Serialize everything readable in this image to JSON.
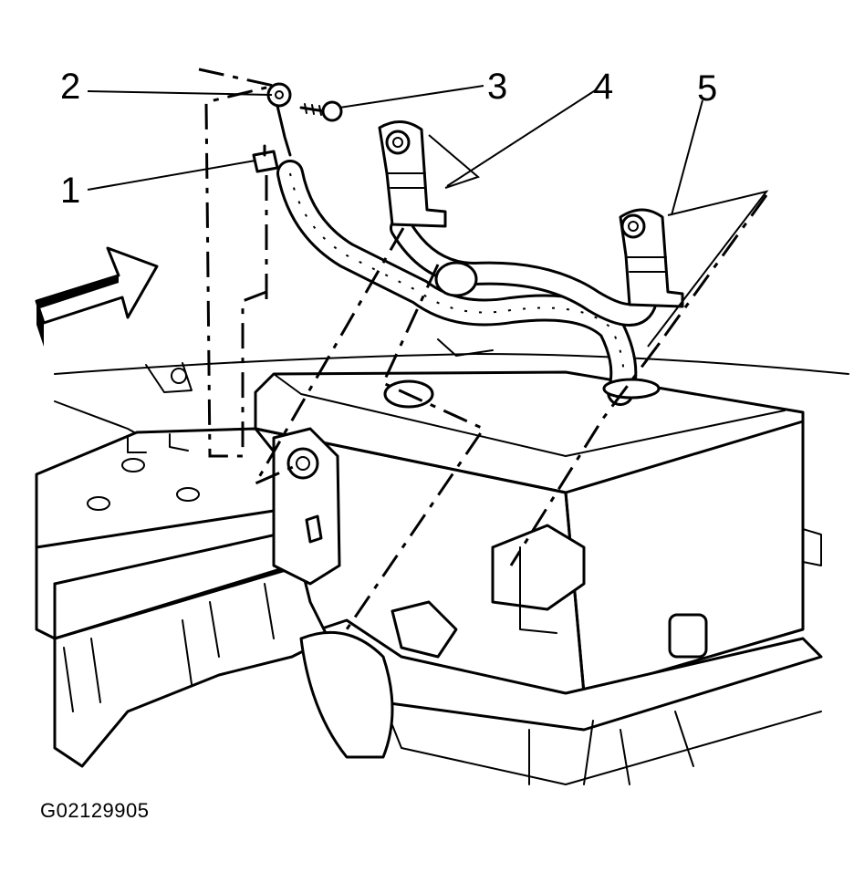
{
  "callouts": [
    {
      "id": "1",
      "label": "1"
    },
    {
      "id": "2",
      "label": "2"
    },
    {
      "id": "3",
      "label": "3"
    },
    {
      "id": "4",
      "label": "4"
    },
    {
      "id": "5",
      "label": "5"
    }
  ],
  "figure_code": "G02129905",
  "colors": {
    "line": "#000000",
    "background": "#ffffff"
  }
}
